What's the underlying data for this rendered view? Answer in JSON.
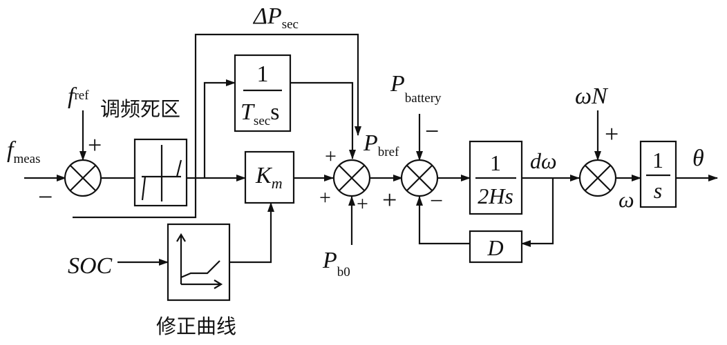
{
  "signals": {
    "f_meas": {
      "main": "f",
      "sub": "meas"
    },
    "f_ref": {
      "main": "f",
      "sub": "ref"
    },
    "soc": "SOC",
    "delta_p_sec": {
      "main": "ΔP",
      "sub": "sec"
    },
    "p_battery": {
      "main": "P",
      "sub": "battery"
    },
    "p_bref": {
      "main": "P",
      "sub": "bref"
    },
    "p_b0": {
      "main": "P",
      "sub": "b0"
    },
    "d_omega": "dω",
    "omega_n": "ωN",
    "omega": "ω",
    "theta": "θ"
  },
  "blocks": {
    "deadband_label": "调频死区",
    "soc_curve_label": "修正曲线",
    "secondary": {
      "num": "1",
      "den_t": "T",
      "den_sub": "sec",
      "den_s": "s"
    },
    "gain": {
      "main": "K",
      "sub": "m"
    },
    "inertia": {
      "num": "1",
      "den": "2Hs"
    },
    "damping": "D",
    "integrator": {
      "num": "1",
      "den": "s"
    }
  },
  "signs": {
    "plus": "+",
    "minus": "−"
  }
}
